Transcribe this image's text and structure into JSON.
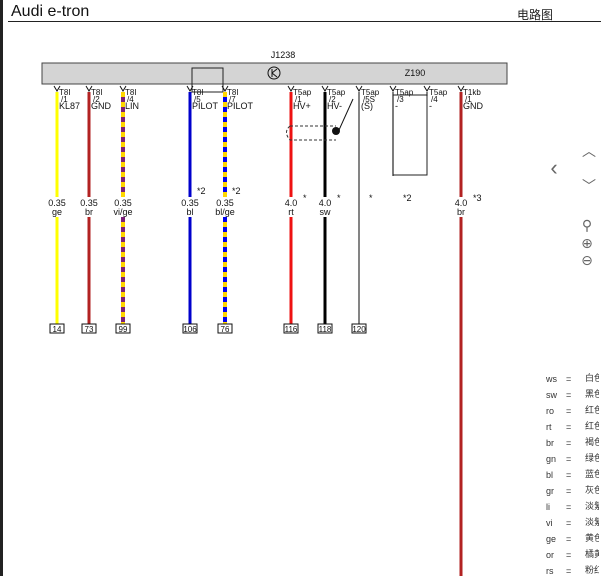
{
  "header": {
    "title": "Audi e-tron",
    "view_label": "电路图"
  },
  "diagram": {
    "component_main": "J1238",
    "component_right": "Z190",
    "pins": [
      {
        "conn": "T8I",
        "num": "/1",
        "func": "KL87",
        "gauge": "0.35",
        "color": "ge",
        "ref": "14"
      },
      {
        "conn": "T8I",
        "num": "/2",
        "func": "GND",
        "gauge": "0.35",
        "color": "br",
        "ref": "73"
      },
      {
        "conn": "T8I",
        "num": "/4",
        "func": "LIN",
        "gauge": "0.35",
        "color": "vi/ge",
        "ref": "99"
      },
      {
        "conn": "T8I",
        "num": "/5",
        "func": "PILOT",
        "gauge": "0.35",
        "color": "bl",
        "ref": "106",
        "note": "*2"
      },
      {
        "conn": "T8I",
        "num": "/7",
        "func": "PILOT",
        "gauge": "0.35",
        "color": "bl/ge",
        "ref": "76",
        "note": "*2"
      },
      {
        "conn": "T5ap",
        "num": "/1",
        "func": "HV+",
        "gauge": "4.0",
        "color": "rt",
        "ref": "116",
        "note": "*"
      },
      {
        "conn": "T5ap",
        "num": "/2",
        "func": "HV-",
        "gauge": "4.0",
        "color": "sw",
        "ref": "118",
        "note": "*"
      },
      {
        "conn": "T5ap",
        "num": "/5S",
        "func": "(S)",
        "gauge": "",
        "color": "",
        "ref": "120",
        "note": "*"
      },
      {
        "conn": "T5ap",
        "num": "/3",
        "func": "-",
        "gauge": "",
        "color": "",
        "ref": "",
        "note": "*2"
      },
      {
        "conn": "T5ap",
        "num": "/4",
        "func": "-",
        "gauge": "",
        "color": "",
        "ref": ""
      },
      {
        "conn": "T1kb",
        "num": "/1",
        "func": "GND",
        "gauge": "4.0",
        "color": "br",
        "ref": "",
        "note": "*3"
      }
    ]
  },
  "nav": {
    "prev": "‹",
    "up": "︿",
    "down": "﹀",
    "zoom_fit": "⚲",
    "zoom_in": "⊕",
    "zoom_out": "⊖"
  },
  "legend": [
    {
      "code": "ws",
      "eq": "=",
      "cn": "白色"
    },
    {
      "code": "sw",
      "eq": "=",
      "cn": "黑色"
    },
    {
      "code": "ro",
      "eq": "=",
      "cn": "红色"
    },
    {
      "code": "rt",
      "eq": "=",
      "cn": "红色"
    },
    {
      "code": "br",
      "eq": "=",
      "cn": "褐色"
    },
    {
      "code": "gn",
      "eq": "=",
      "cn": "绿色"
    },
    {
      "code": "bl",
      "eq": "=",
      "cn": "蓝色"
    },
    {
      "code": "gr",
      "eq": "=",
      "cn": "灰色"
    },
    {
      "code": "li",
      "eq": "=",
      "cn": "淡紫"
    },
    {
      "code": "vi",
      "eq": "=",
      "cn": "淡紫"
    },
    {
      "code": "ge",
      "eq": "=",
      "cn": "黄色"
    },
    {
      "code": "or",
      "eq": "=",
      "cn": "橘黄"
    },
    {
      "code": "rs",
      "eq": "=",
      "cn": "粉红"
    }
  ]
}
